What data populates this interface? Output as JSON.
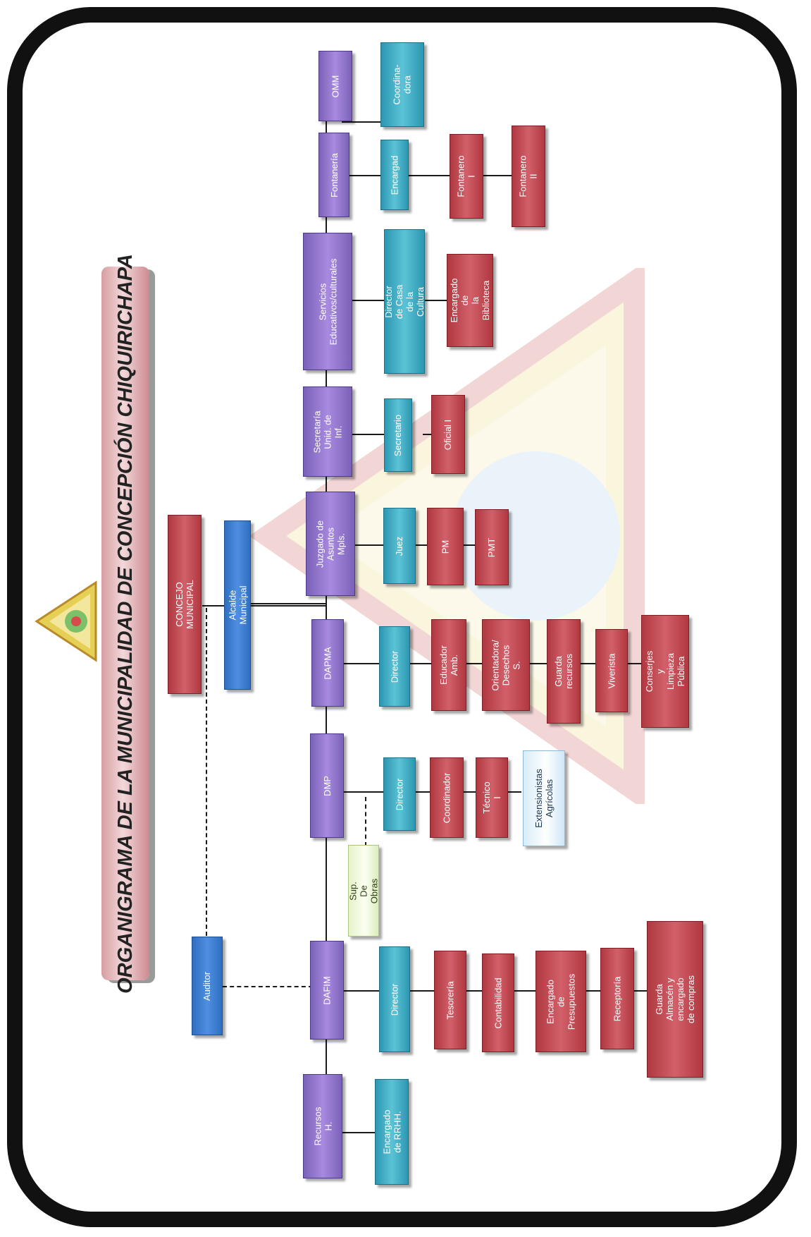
{
  "title": "ORGANIGRAMA DE LA MUNICIPALIDAD DE CONCEPCIÓN CHIQUIRICHAPA",
  "colors": {
    "purple": "#8c72cc",
    "teal": "#3eabc3",
    "red": "#c2474f",
    "blue": "#3d7fd2",
    "frame": "#111111"
  },
  "top": {
    "concejo": "CONCEJO MUNICIPAL",
    "alcalde": "Alcalde Municipal",
    "auditor": "Auditor",
    "sup_obras": "Sup. De Obras"
  },
  "departments": {
    "rrhh": "Recursos H.",
    "dafim": "DAFIM",
    "dmp": "DMP",
    "dapma": "DAPMA",
    "juzgado": "Juzgado de\nAsuntos Mpls.",
    "secretaria": "Secretaría\nUnid. de Inf.",
    "servicios": "Servicios\nEducativos/culturales",
    "fontaneria": "Fontanería",
    "omm": "OMM"
  },
  "heads": {
    "rrhh": "Encargado de RRHH.",
    "dafim": "Director",
    "dmp": "Director",
    "dapma": "Director",
    "juzgado": "Juez",
    "secretaria": "Secretario",
    "servicios": "Director de Casa de la\nCultura",
    "fontaneria": "Encargad",
    "omm": "Coordina-\ndora"
  },
  "staff": {
    "dafim": [
      "Tesorería",
      "Contabilidad",
      "Encargado de\nPresupuestos",
      "Receptoría",
      "Guarda Almacén y encargado\nde compras"
    ],
    "dmp": [
      "Coordinador",
      "Técnico I",
      "Extensionistas\nAgrícolas"
    ],
    "dapma": [
      "Educador Amb.",
      "Orientadora/\nDesechos S.",
      "Guarda recursos",
      "Viverista",
      "Conserjes y\nLimpieza Pública"
    ],
    "juzgado": [
      "PM",
      "PMT"
    ],
    "secretaria": [
      "Oficial I"
    ],
    "servicios": [
      "Encargado de\nla Biblioteca"
    ],
    "fontaneria": [
      "Fontanero I",
      "Fontanero II"
    ]
  }
}
